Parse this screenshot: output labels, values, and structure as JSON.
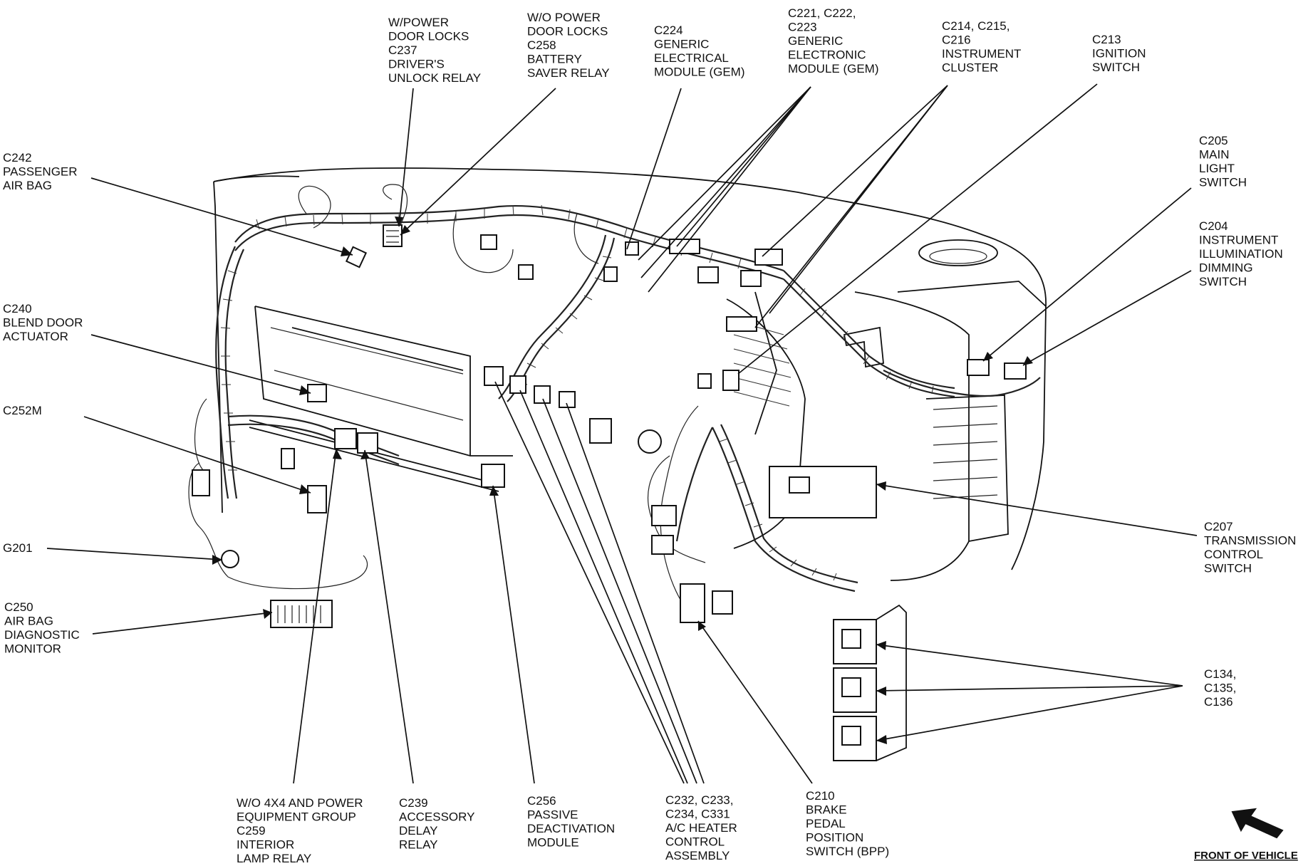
{
  "labels": [
    {
      "key": "c242",
      "lines": [
        "C242",
        "PASSENGER",
        "AIR BAG"
      ]
    },
    {
      "key": "c240",
      "lines": [
        "C240",
        "BLEND DOOR",
        "ACTUATOR"
      ]
    },
    {
      "key": "c252m",
      "lines": [
        "C252M"
      ]
    },
    {
      "key": "g201",
      "lines": [
        "G201"
      ]
    },
    {
      "key": "c250",
      "lines": [
        "C250",
        "AIR BAG",
        "DIAGNOSTIC",
        "MONITOR"
      ]
    },
    {
      "key": "c237",
      "lines": [
        "W/POWER",
        "DOOR LOCKS",
        "C237",
        "DRIVER'S",
        "UNLOCK RELAY"
      ]
    },
    {
      "key": "c258",
      "lines": [
        "W/O POWER",
        "DOOR LOCKS",
        "C258",
        "BATTERY",
        "SAVER RELAY"
      ]
    },
    {
      "key": "c224",
      "lines": [
        "C224",
        "GENERIC",
        "ELECTRICAL",
        "MODULE (GEM)"
      ]
    },
    {
      "key": "c221",
      "lines": [
        "C221, C222,",
        "C223",
        "GENERIC",
        "ELECTRONIC",
        "MODULE (GEM)"
      ]
    },
    {
      "key": "c214",
      "lines": [
        "C214, C215,",
        "C216",
        "INSTRUMENT",
        "CLUSTER"
      ]
    },
    {
      "key": "c213",
      "lines": [
        "C213",
        "IGNITION",
        "SWITCH"
      ]
    },
    {
      "key": "c205",
      "lines": [
        "C205",
        "MAIN",
        "LIGHT",
        "SWITCH"
      ]
    },
    {
      "key": "c204",
      "lines": [
        "C204",
        "INSTRUMENT",
        "ILLUMINATION",
        "DIMMING",
        "SWITCH"
      ]
    },
    {
      "key": "c207",
      "lines": [
        "C207",
        "TRANSMISSION",
        "CONTROL",
        "SWITCH"
      ]
    },
    {
      "key": "c134",
      "lines": [
        "C134,",
        "C135,",
        "C136"
      ]
    },
    {
      "key": "c259",
      "lines": [
        "W/O 4X4 AND POWER",
        "EQUIPMENT GROUP",
        "C259",
        "INTERIOR",
        "LAMP RELAY"
      ]
    },
    {
      "key": "c239",
      "lines": [
        "C239",
        "ACCESSORY",
        "DELAY",
        "RELAY"
      ]
    },
    {
      "key": "c256",
      "lines": [
        "C256",
        "PASSIVE",
        "DEACTIVATION",
        "MODULE"
      ]
    },
    {
      "key": "c232",
      "lines": [
        "C232, C233,",
        "C234, C331",
        "A/C HEATER",
        "CONTROL",
        "ASSEMBLY"
      ]
    },
    {
      "key": "c210",
      "lines": [
        "C210",
        "BRAKE",
        "PEDAL",
        "POSITION",
        "SWITCH (BPP)"
      ]
    }
  ],
  "front_label": "FRONT OF VEHICLE",
  "icons": {
    "front_arrow": "arrow-icon"
  }
}
